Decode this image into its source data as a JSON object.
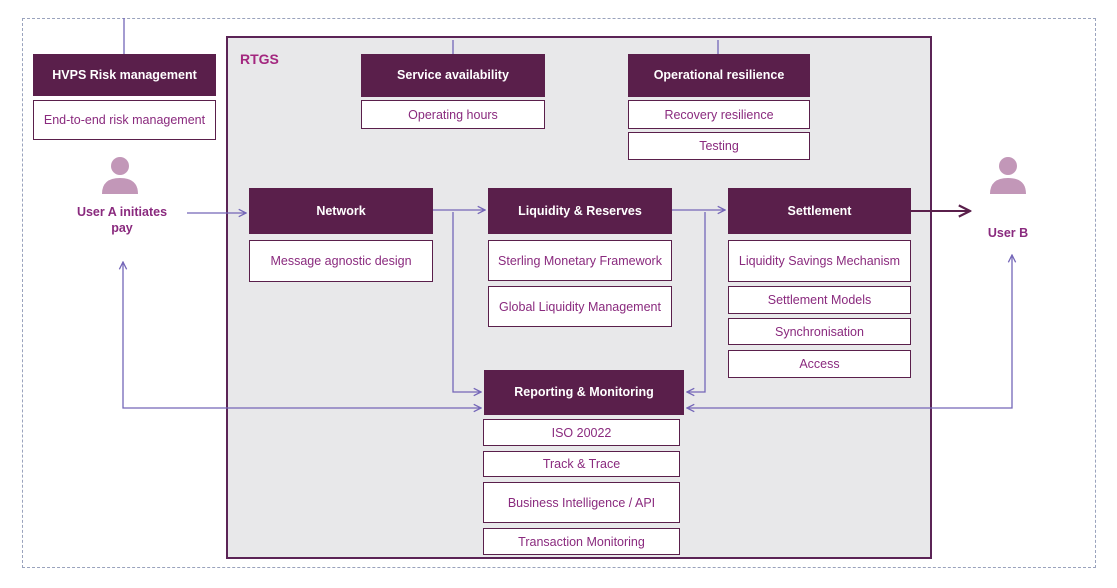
{
  "diagram": {
    "rtgs_label": "RTGS",
    "hvps": {
      "title": "HVPS Risk management",
      "items": [
        "End-to-end risk management"
      ]
    },
    "service_availability": {
      "title": "Service availability",
      "items": [
        "Operating hours"
      ]
    },
    "operational_resilience": {
      "title": "Operational resilience",
      "items": [
        "Recovery resilience",
        "Testing"
      ]
    },
    "network": {
      "title": "Network",
      "items": [
        "Message agnostic design"
      ]
    },
    "liquidity": {
      "title": "Liquidity & Reserves",
      "items": [
        "Sterling Monetary Framework",
        "Global Liquidity Management"
      ]
    },
    "settlement": {
      "title": "Settlement",
      "items": [
        "Liquidity Savings Mechanism",
        "Settlement Models",
        "Synchronisation",
        "Access"
      ]
    },
    "reporting": {
      "title": "Reporting & Monitoring",
      "items": [
        "ISO 20022",
        "Track & Trace",
        "Business Intelligence / API",
        "Transaction Monitoring"
      ]
    },
    "user_a": {
      "label": "User A initiates pay",
      "icon": "person-icon"
    },
    "user_b": {
      "label": "User B",
      "icon": "person-icon"
    }
  },
  "colors": {
    "header_fill": "#5a1f4b",
    "text_accent": "#8a2a7e",
    "rtgs_fill": "#e8e8ea",
    "arrow": "#7466b8",
    "user_icon": "#c297b8"
  }
}
